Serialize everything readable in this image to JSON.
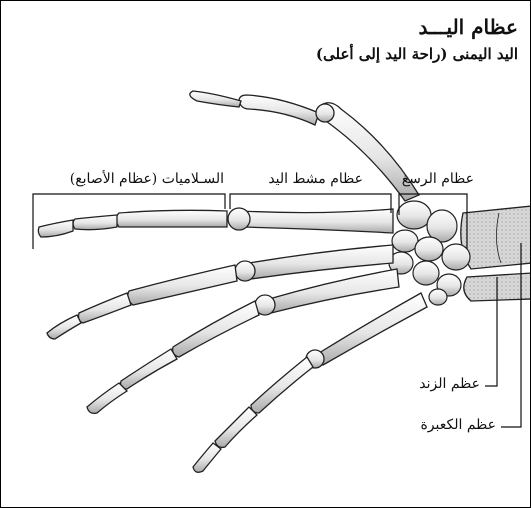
{
  "figure": {
    "title": "عظام اليـــد",
    "subtitle": "اليد اليمنى (راحة اليد إلى أعلى)"
  },
  "labels": {
    "phalanges": "السـلاميات (عظام الأصابع)",
    "metacarpals": "عظام مشط اليد",
    "carpals": "عظام الرسغ",
    "ulna": "عظم الزند",
    "radius": "عظم الكعبرة"
  }
}
